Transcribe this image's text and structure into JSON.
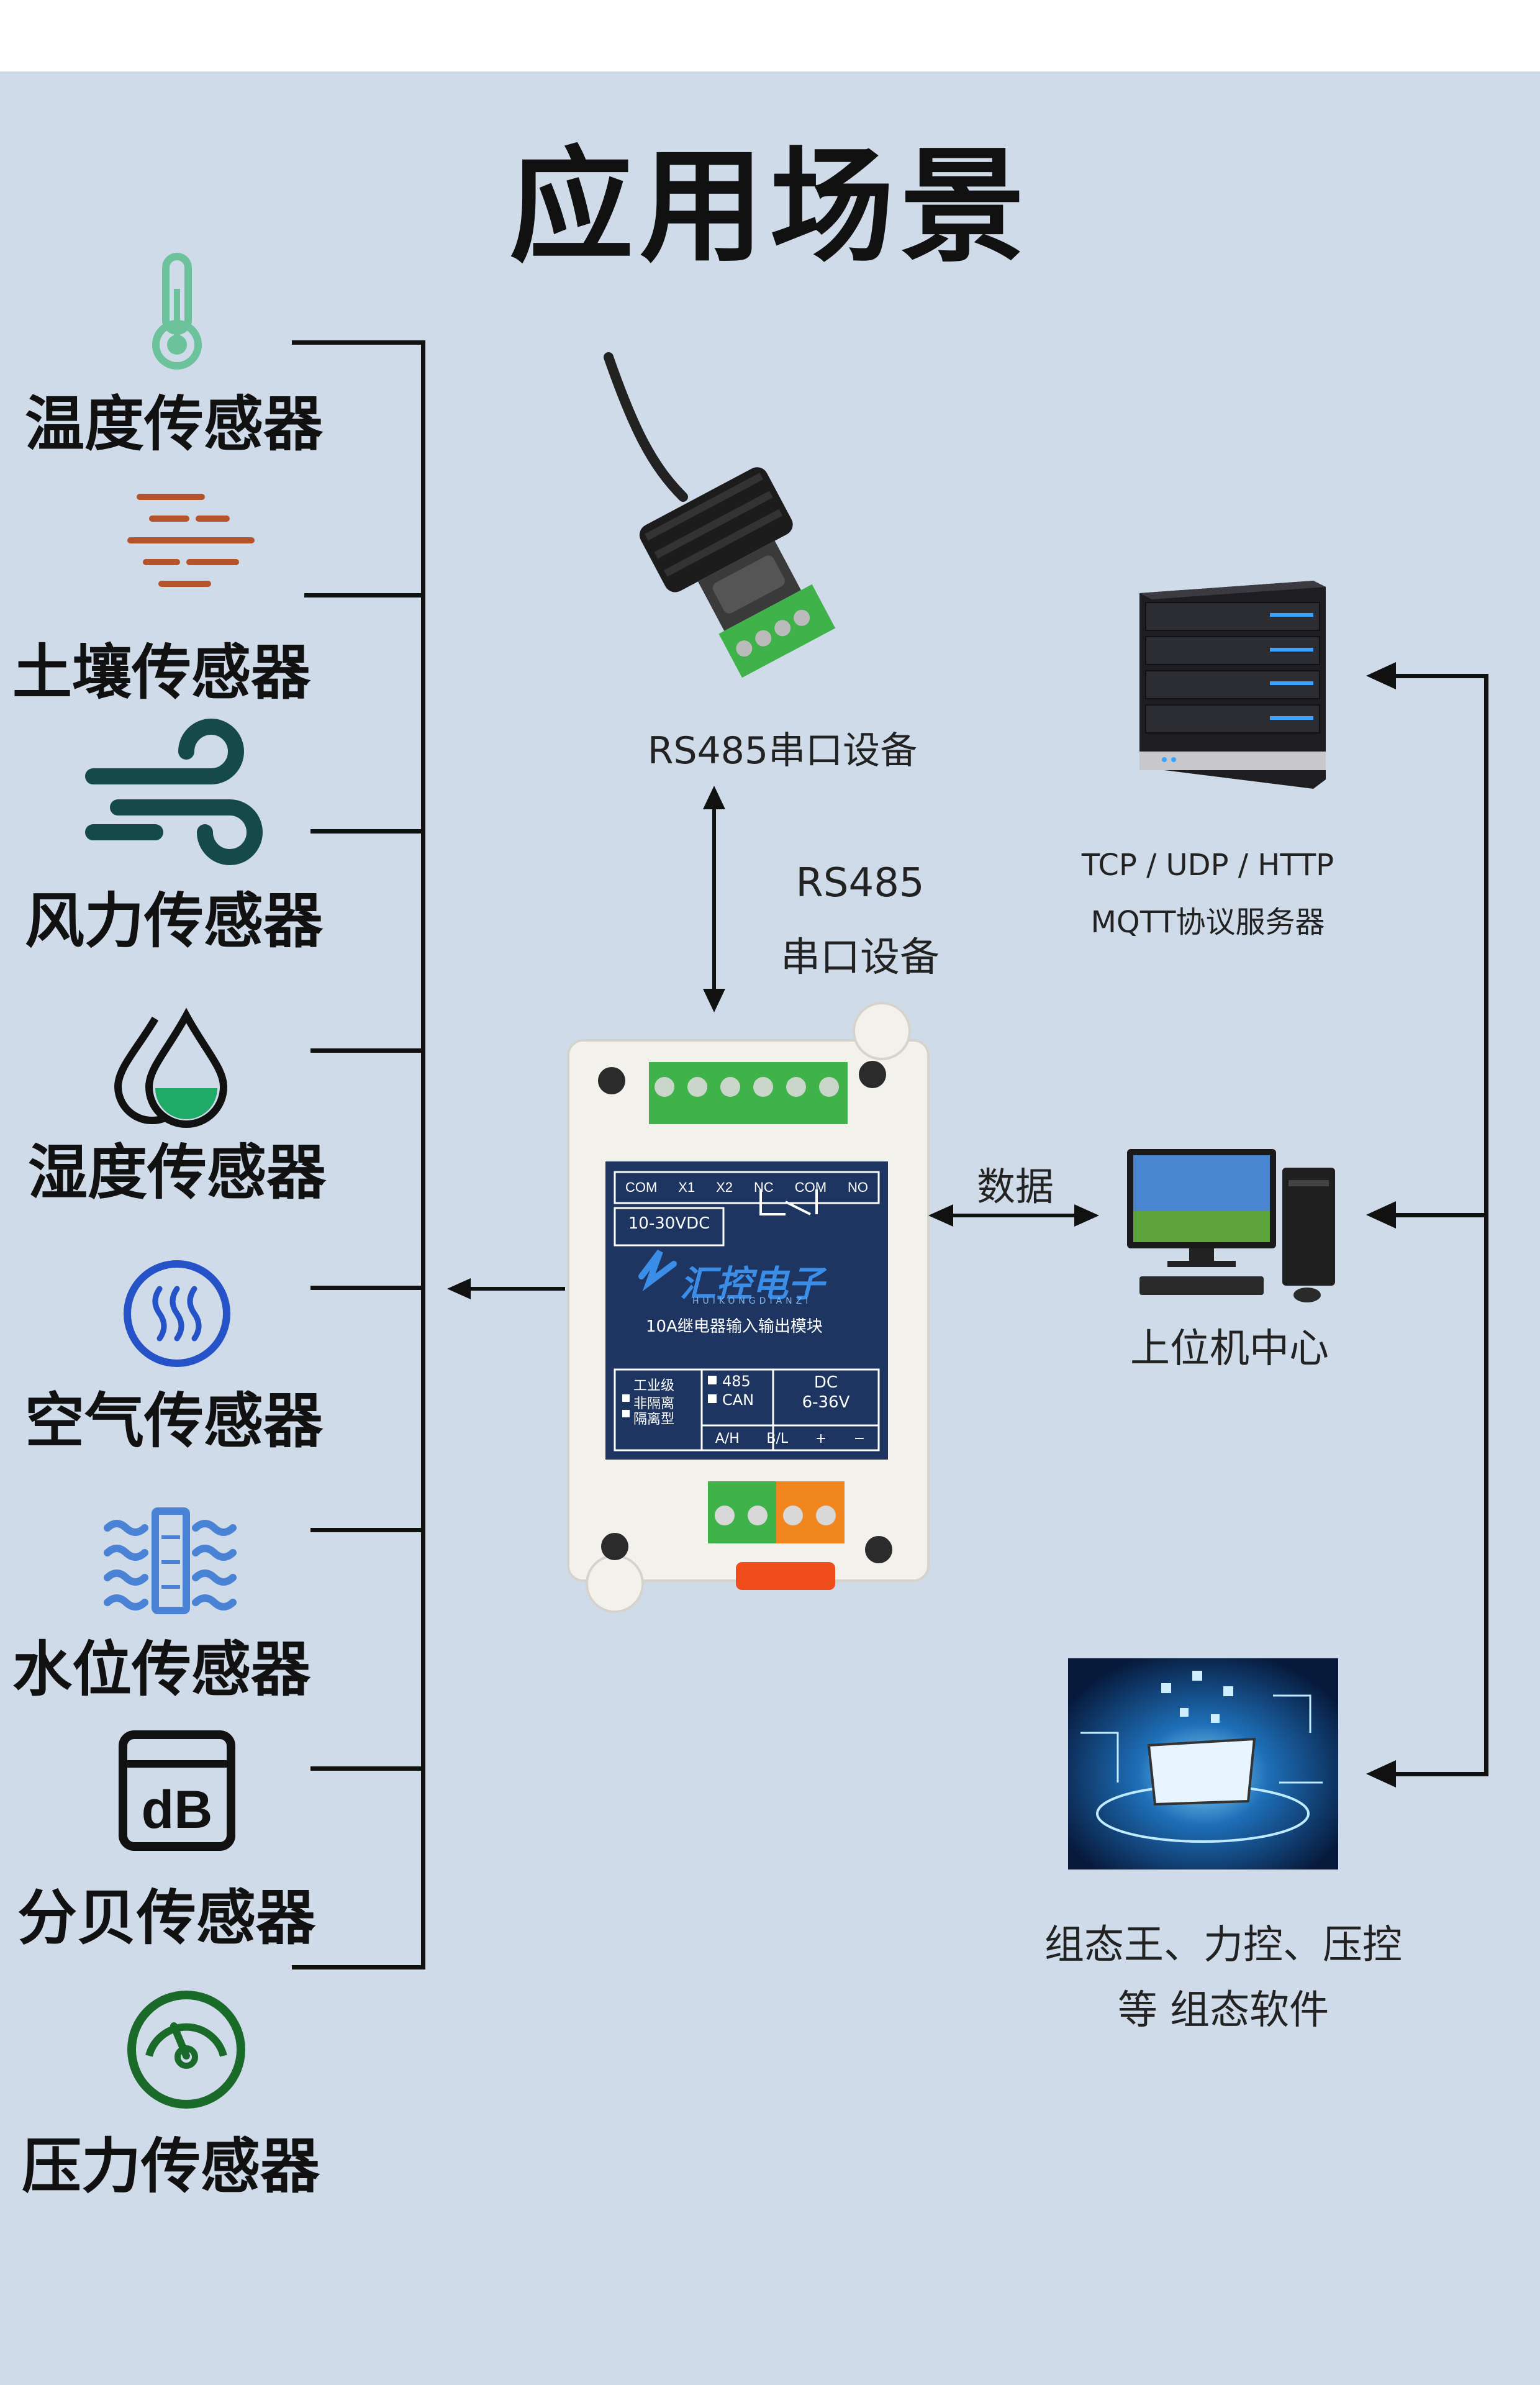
{
  "title": "应用场景",
  "sensors": [
    {
      "label": "温度传感器",
      "icon": "thermometer-icon",
      "color": "#6cc29b"
    },
    {
      "label": "土壤传感器",
      "icon": "soil-icon",
      "color": "#b5532a"
    },
    {
      "label": "风力传感器",
      "icon": "wind-icon",
      "color": "#164a4a"
    },
    {
      "label": "湿度传感器",
      "icon": "humidity-drop-icon",
      "color": "#1faa68"
    },
    {
      "label": "空气传感器",
      "icon": "air-heat-icon",
      "color": "#2553c7"
    },
    {
      "label": "水位传感器",
      "icon": "water-level-icon",
      "color": "#4a83d6"
    },
    {
      "label": "分贝传感器",
      "icon": "decibel-icon",
      "color": "#111111"
    },
    {
      "label": "压力传感器",
      "icon": "pressure-gauge-icon",
      "color": "#1a6a2a"
    }
  ],
  "serial_device": {
    "label": "RS485串口设备"
  },
  "link_label": {
    "line1": "RS485",
    "line2": "串口设备"
  },
  "module": {
    "top_terminals": [
      "COM",
      "X1",
      "X2",
      "NC",
      "COM",
      "NO"
    ],
    "voltage": "10-30VDC",
    "brand": "汇控电子",
    "brand_pinyin": "HUIKONGDIANZI",
    "desc": "10A继电器输入输出模块",
    "grade": "工业级",
    "opt1": "非隔离",
    "opt2": "隔离型",
    "bus1": "485",
    "bus2": "CAN",
    "power1": "DC",
    "power2": "6-36V",
    "pins": [
      "A/H",
      "B/L",
      "+",
      "−"
    ]
  },
  "server": {
    "line1": "TCP / UDP / HTTP",
    "line2": "MQTT协议服务器"
  },
  "data_label": "数据",
  "pc": {
    "label": "上位机中心"
  },
  "software": {
    "line1": "组态王、力控、压控",
    "line2": "等 组态软件"
  },
  "colors": {
    "background": "#cfdbe8",
    "terminal_green": "#3fb24a",
    "terminal_orange": "#f0861d",
    "module_face": "#1d3560"
  }
}
